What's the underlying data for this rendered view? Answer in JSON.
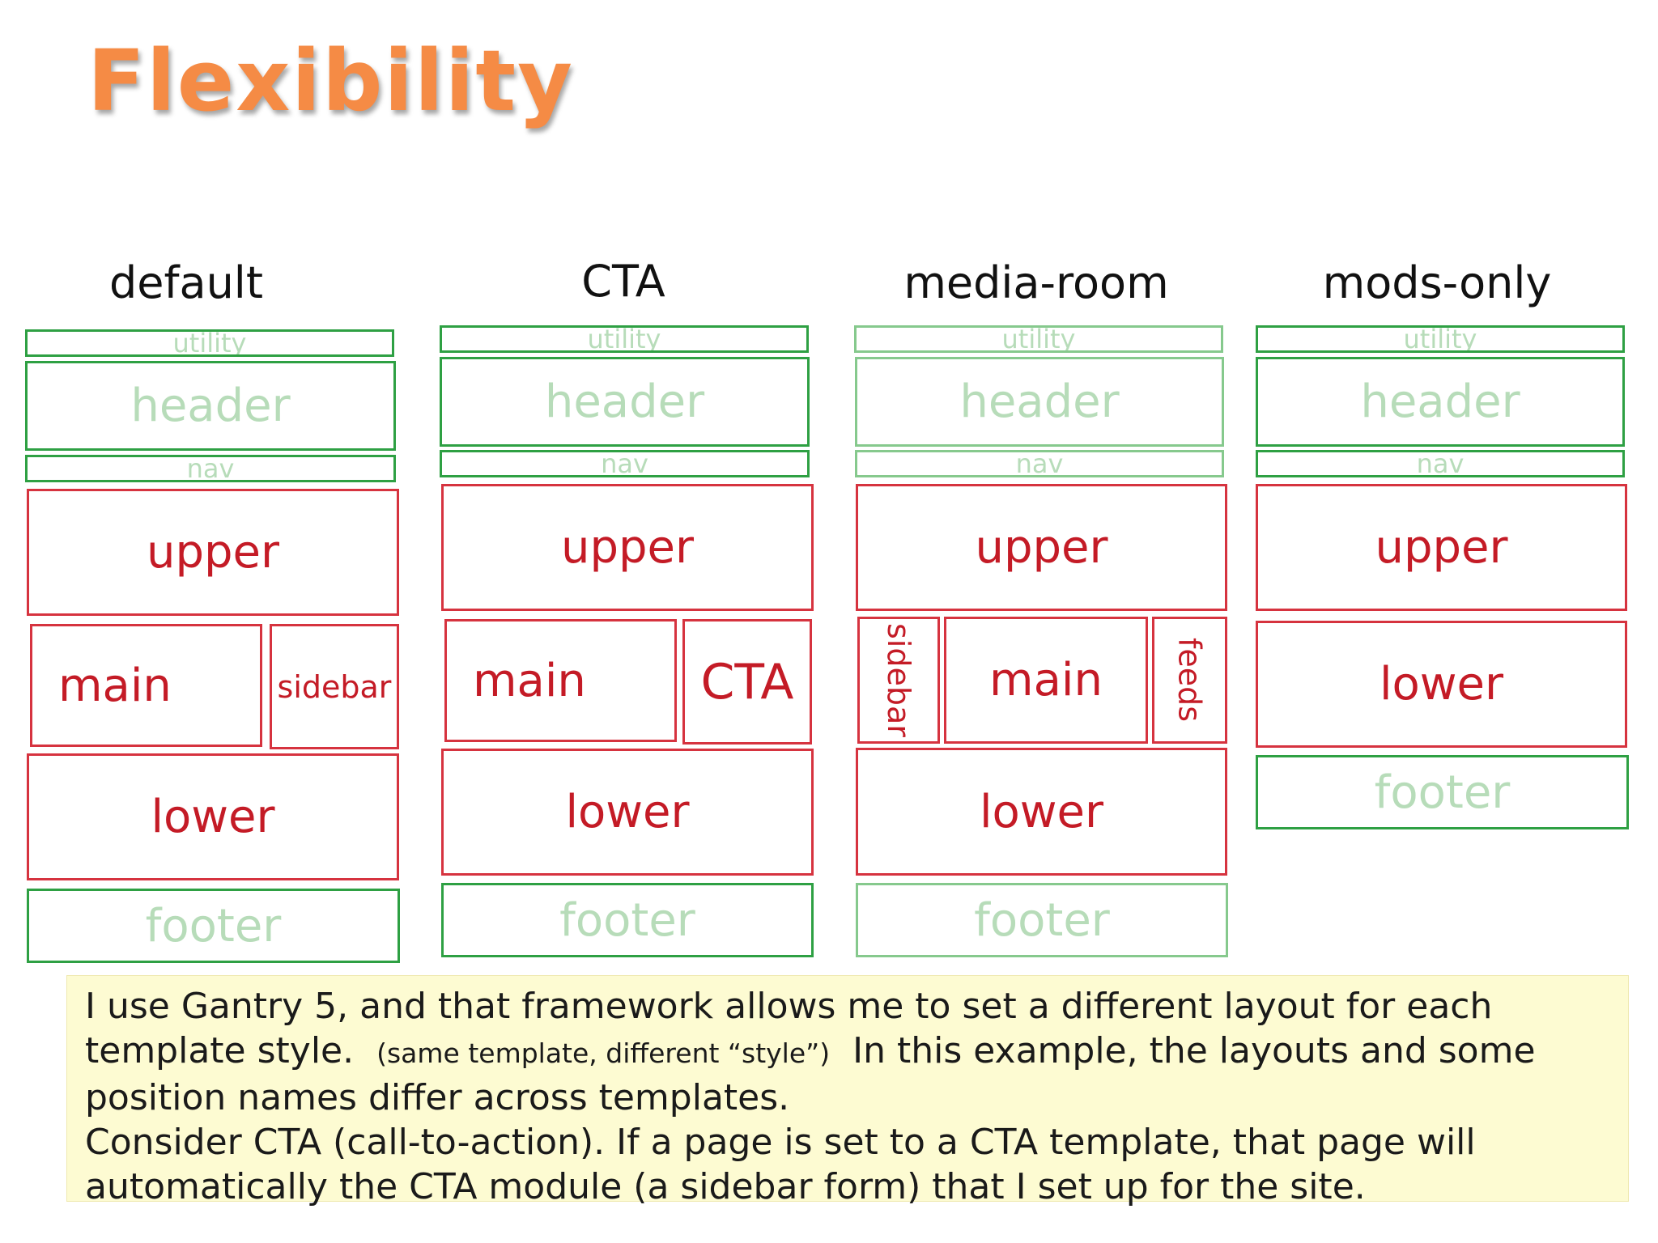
{
  "title": "Flexibility",
  "columns": [
    {
      "label": "default",
      "zones": {
        "utility": "utility",
        "header": "header",
        "nav": "nav",
        "upper": "upper",
        "main": "main",
        "side": "sidebar",
        "lower": "lower",
        "footer": "footer"
      }
    },
    {
      "label": "CTA",
      "zones": {
        "utility": "utility",
        "header": "header",
        "nav": "nav",
        "upper": "upper",
        "main": "main",
        "side": "CTA",
        "lower": "lower",
        "footer": "footer"
      }
    },
    {
      "label": "media-room",
      "zones": {
        "utility": "utility",
        "header": "header",
        "nav": "nav",
        "upper": "upper",
        "left": "sidebar",
        "main": "main",
        "right": "feeds",
        "lower": "lower",
        "footer": "footer"
      }
    },
    {
      "label": "mods-only",
      "zones": {
        "utility": "utility",
        "header": "header",
        "nav": "nav",
        "upper": "upper",
        "lower": "lower",
        "footer": "footer"
      }
    }
  ],
  "note": {
    "line1": "I use Gantry 5, and that framework allows me to set a different layout for each",
    "line2a": "template style.",
    "line2b": "(same template, different “style”)",
    "line2c": "In this example, the layouts and some",
    "line3": "position names differ across templates.",
    "line4": "Consider CTA (call-to-action).  If a page is set to a CTA template, that page will",
    "line5": "automatically the CTA module (a sidebar form) that I set up for the site."
  },
  "colors": {
    "title": "#f58b45",
    "green": "#2ea043",
    "red": "#d6333f",
    "note_bg": "#fdfbd2"
  }
}
